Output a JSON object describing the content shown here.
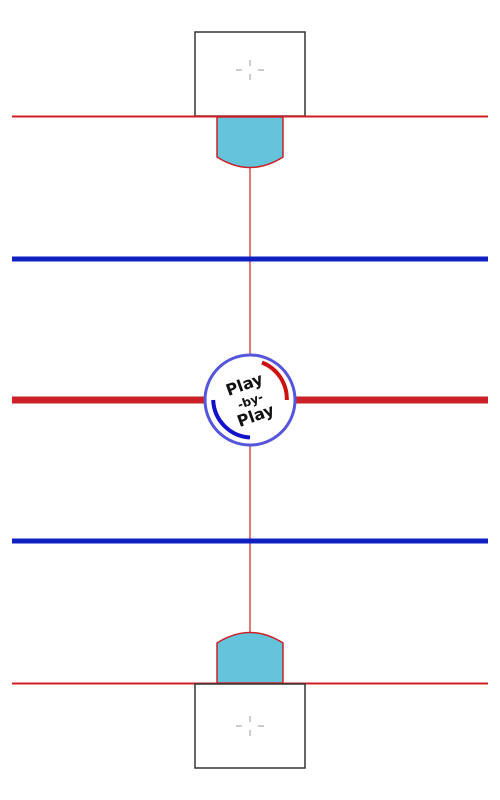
{
  "rink": {
    "colors": {
      "background": "#ffffff",
      "goal_line": "#cc2027",
      "blue_line": "#1020c0",
      "center_line": "#cc2027",
      "center_stripe": "#e07a7a",
      "crease_fill": "#64c4dc",
      "crease_stroke": "#cc2027",
      "net_stroke": "#333333",
      "net_marker": "#999999",
      "logo_ring": "#5555dd",
      "logo_arc_red": "#cc1111",
      "logo_arc_blue": "#1111cc"
    },
    "logo": {
      "line1": "Play",
      "line2": "-by-",
      "line3": "Play"
    },
    "icons": {
      "net_marker": "crosshair-icon"
    }
  }
}
